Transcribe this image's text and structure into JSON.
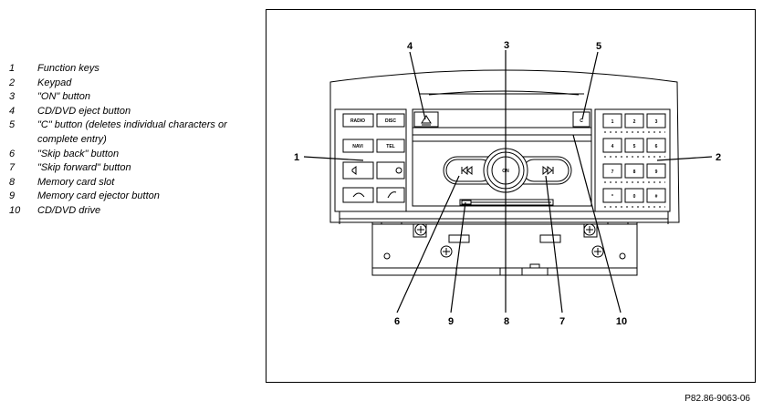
{
  "legend": [
    {
      "num": "1",
      "text": "Function keys"
    },
    {
      "num": "2",
      "text": "Keypad"
    },
    {
      "num": "3",
      "text": "\"ON\" button"
    },
    {
      "num": "4",
      "text": "CD/DVD eject button"
    },
    {
      "num": "5",
      "text": "\"C\" button (deletes individual characters or complete entry)"
    },
    {
      "num": "6",
      "text": "\"Skip back\" button"
    },
    {
      "num": "7",
      "text": "\"Skip forward\" button"
    },
    {
      "num": "8",
      "text": "Memory card slot"
    },
    {
      "num": "9",
      "text": "Memory card ejector button"
    },
    {
      "num": "10",
      "text": "CD/DVD drive"
    }
  ],
  "callouts": {
    "c1": "1",
    "c2": "2",
    "c3": "3",
    "c4": "4",
    "c5": "5",
    "c6": "6",
    "c7": "7",
    "c8": "8",
    "c9": "9",
    "c10": "10"
  },
  "unit": {
    "function_keys": {
      "radio": "RADIO",
      "disc": "DISC",
      "navi": "NAVI",
      "tel": "TEL"
    },
    "on_label": "ON",
    "c_label": "C",
    "keypad_digits": [
      "1",
      "2",
      "3",
      "4",
      "5",
      "6",
      "7",
      "8",
      "9",
      "*",
      "0",
      "#"
    ]
  },
  "reference": "P82.86-9063-06",
  "colors": {
    "line": "#000000",
    "panel": "#ffffff"
  }
}
